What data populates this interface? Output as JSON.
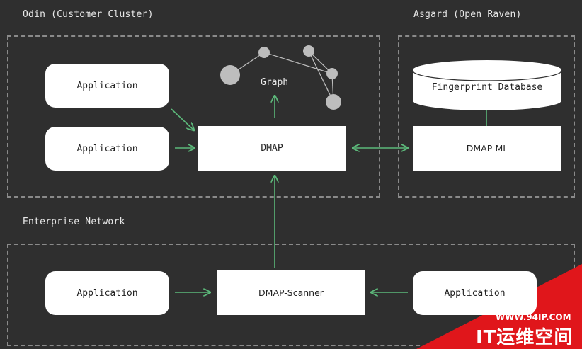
{
  "regions": {
    "odin": {
      "label": "Odin (Customer Cluster)"
    },
    "asgard": {
      "label": "Asgard (Open Raven)"
    },
    "enterprise": {
      "label": "Enterprise Network"
    }
  },
  "nodes": {
    "app_top": "Application",
    "app_mid": "Application",
    "dmap": "DMAP",
    "graph": "Graph",
    "fingerprint_db": "Fingerprint Database",
    "dmap_ml": "DMAP-ML",
    "app_bottom_left": "Application",
    "dmap_scanner": "DMAP-Scanner",
    "app_bottom_right": "Application"
  },
  "watermark": {
    "url": "WWW.94IP.COM",
    "text": "IT运维空间"
  },
  "colors": {
    "background": "#2f2f2f",
    "arrow": "#5cb87a",
    "dashed_border": "#8a8a8a",
    "graph_node": "#bdbdbd",
    "watermark_red": "#e0161b"
  }
}
